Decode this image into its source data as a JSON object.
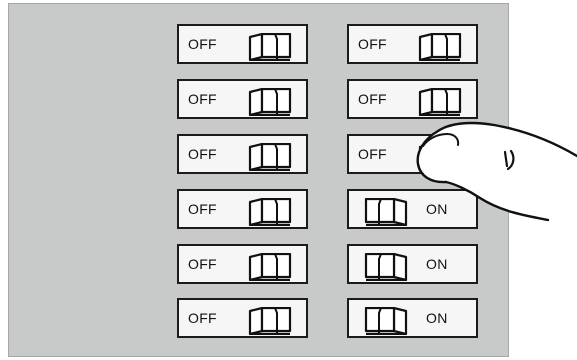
{
  "labels": {
    "off": "OFF",
    "on": "ON"
  },
  "switch_states": {
    "left_column": [
      "off",
      "off",
      "off",
      "off",
      "off",
      "off"
    ],
    "right_column": [
      "off",
      "off",
      "off",
      "on",
      "on",
      "on"
    ]
  },
  "illustration": {
    "hand": "pointing-hand-pressing-switch"
  }
}
